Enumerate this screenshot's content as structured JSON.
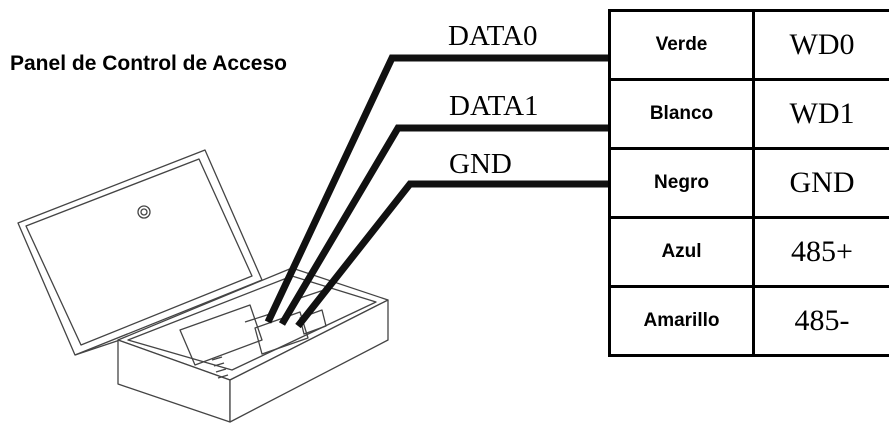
{
  "panel_title": "Panel de Control de Acceso",
  "signals": [
    {
      "label": "DATA0"
    },
    {
      "label": "DATA1"
    },
    {
      "label": "GND"
    }
  ],
  "wiring_table": [
    {
      "color": "Verde",
      "pin": "WD0"
    },
    {
      "color": "Blanco",
      "pin": "WD1"
    },
    {
      "color": "Negro",
      "pin": "GND"
    },
    {
      "color": "Azul",
      "pin": "485+"
    },
    {
      "color": "Amarillo",
      "pin": "485-"
    }
  ]
}
